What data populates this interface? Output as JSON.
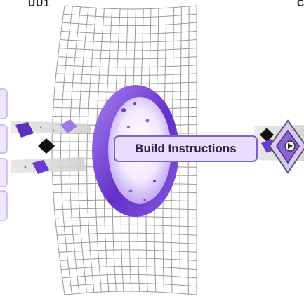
{
  "top": {
    "left_text": "UU1",
    "right_text": "C"
  },
  "instruction_button": {
    "label": "Build Instructions"
  },
  "colors": {
    "purple": "#6f3fd1",
    "purple_light": "#b08aed",
    "tile_fill": "#efe6ff",
    "tile_border": "#c9aef2",
    "grid": "#9a9a9a"
  }
}
